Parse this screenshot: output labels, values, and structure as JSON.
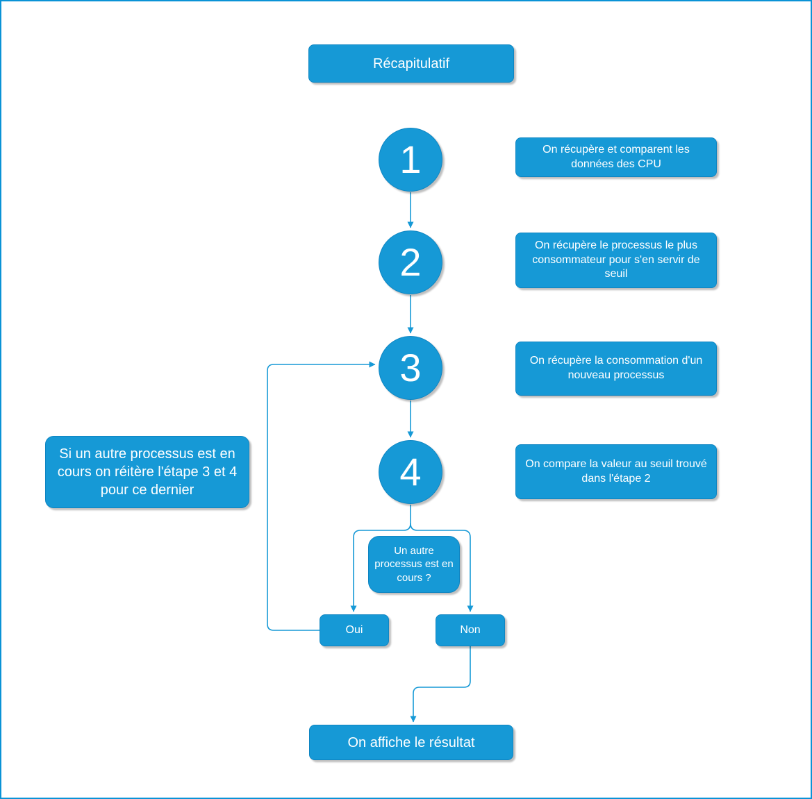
{
  "diagram": {
    "title": "Récapitulatif",
    "steps": [
      {
        "number": "1",
        "label": "On récupère et comparent les données des CPU"
      },
      {
        "number": "2",
        "label": "On récupère le processus le plus consommateur pour s'en servir de seuil"
      },
      {
        "number": "3",
        "label": "On récupère la consommation d'un nouveau processus"
      },
      {
        "number": "4",
        "label": "On compare la valeur au seuil trouvé dans l'étape 2"
      }
    ],
    "loop_note": "Si un autre processus est en cours on réitère l'étape 3 et 4 pour ce dernier",
    "decision": {
      "question": "Un autre processus est en cours ?",
      "yes": "Oui",
      "no": "Non"
    },
    "result": "On affiche le résultat",
    "colors": {
      "node_fill": "#1699D6",
      "node_border": "#0E85C2",
      "node_text": "#FFFFFF",
      "connector": "#1699D6",
      "frame_border": "#0A93D6",
      "background": "#FFFFFF"
    }
  }
}
